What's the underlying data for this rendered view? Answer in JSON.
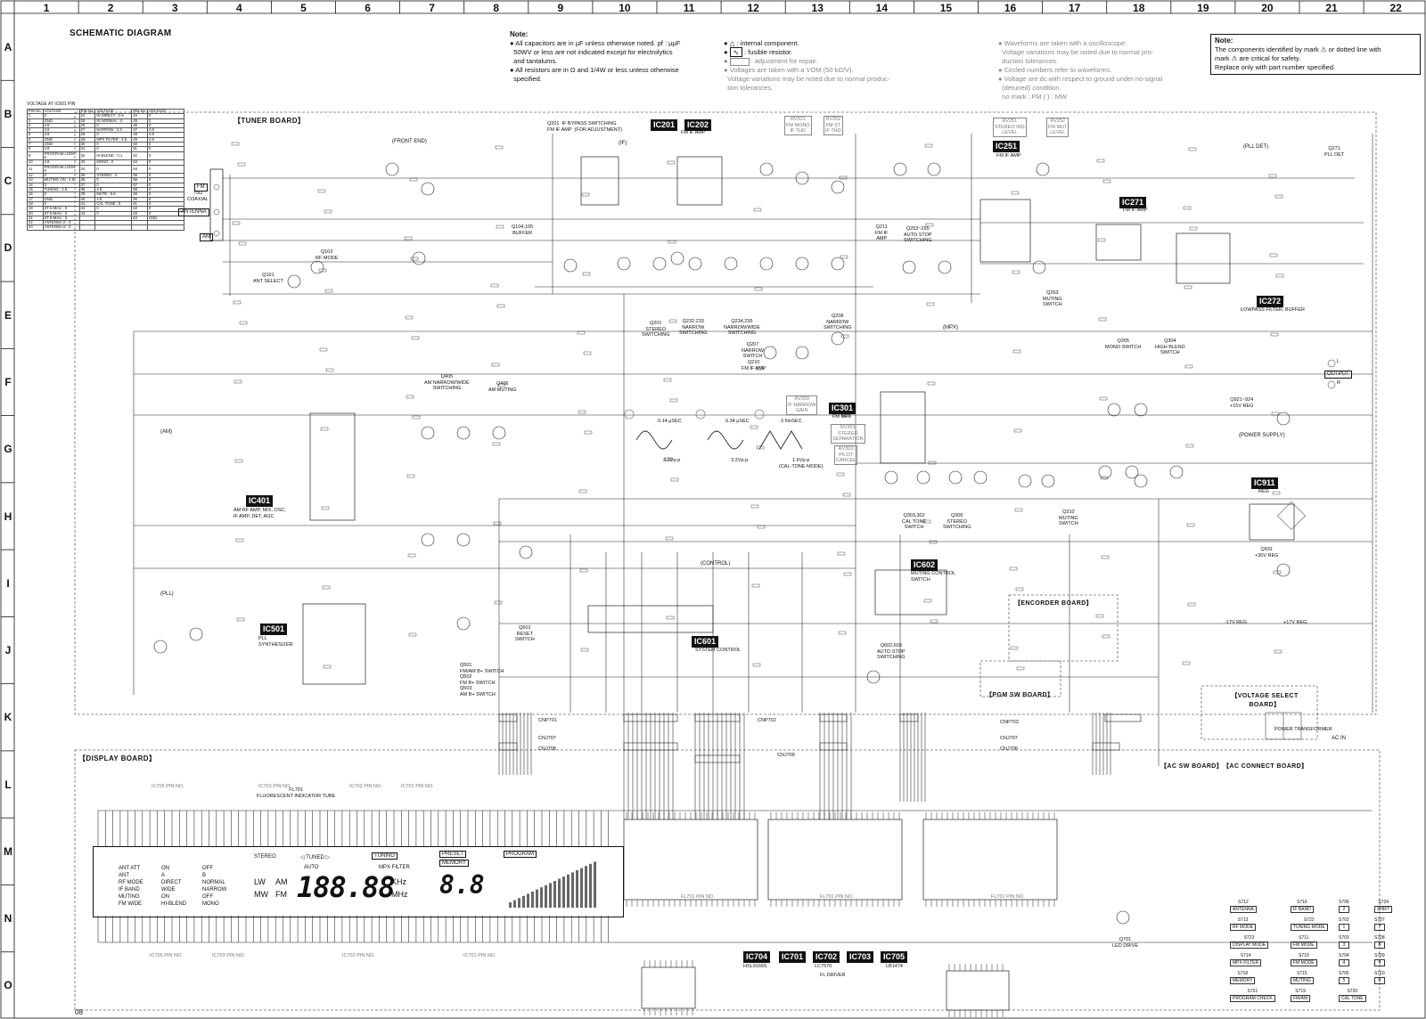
{
  "header": {
    "title": "SCHEMATIC DIAGRAM",
    "columns": [
      "1",
      "2",
      "3",
      "4",
      "5",
      "6",
      "7",
      "8",
      "9",
      "10",
      "11",
      "12",
      "13",
      "14",
      "15",
      "16",
      "17",
      "18",
      "19",
      "20",
      "21",
      "22"
    ],
    "rows": [
      "A",
      "B",
      "C",
      "D",
      "E",
      "F",
      "G",
      "H",
      "I",
      "J",
      "K",
      "L",
      "M",
      "N",
      "O"
    ]
  },
  "notes": {
    "left_head": "Note:",
    "left_1": "All capacitors are in µF unless otherwise noted. pf : µµF",
    "left_1b": "50WV or less are not indicated except for electrolytics",
    "left_1c": "and tantalums.",
    "left_2": "All resistors are in Ω and 1/4W or less unless otherwise",
    "left_2b": "specified.",
    "mid_1": ": internal component.",
    "mid_2": ": fusible resistor.",
    "mid_3": ": adjustment for repair.",
    "mid_4": "Voltages are taken with a VOM (50 kΩ/V).",
    "mid_4b": "Voltage variations may be noted due to normal produc-",
    "mid_4c": "tion tolerances.",
    "wave_1": "Waveforms are taken with a oscilloscope.",
    "wave_1b": "Voltage variations may be noted due to normal pro-",
    "wave_1c": "duction tolerances.",
    "wave_2": "Circled numbers refer to waveforms.",
    "wave_3": "Voltage are dc with respect to ground under no-signal",
    "wave_3b": "(detuned) condition.",
    "wave_3c": "no mark   : FM      (        )       : MW",
    "right_head": "Note:",
    "right_1": "The components identified by mark ⚠ or dotted line with",
    "right_2": "mark ⚠ are critical for safety.",
    "right_3": "Replace only with part number specified."
  },
  "voltage_table": {
    "caption": "VOLTAGE AT IC601 PIN",
    "header": [
      "PIN No.",
      "VOLTAGE",
      "PIN No.",
      "VOLTAGE",
      "PIN No.",
      "VOLTAGE"
    ],
    "rows": [
      [
        "1",
        "0",
        "24",
        "IN DIRECT : 2.9",
        "44",
        "0"
      ],
      [
        "2",
        "GND",
        "25",
        "IN NORMAL : 0",
        "45",
        "0"
      ],
      [
        "3",
        "4.8",
        "26",
        "0",
        "46",
        "0"
      ],
      [
        "4",
        "4.8",
        "27",
        "NARROW : 2.3",
        "47",
        "4.8"
      ],
      [
        "5",
        "4.8",
        "28",
        "0",
        "48",
        "4.8"
      ],
      [
        "6",
        "GND",
        "29",
        "MPX FILTER : 4.6",
        "49",
        "4.8"
      ],
      [
        "7",
        "GND",
        "30",
        "0",
        "50",
        "0"
      ],
      [
        "8",
        "4.8",
        "31",
        "0",
        "51",
        "0"
      ],
      [
        "9",
        "PROGRAM LOOK : 0",
        "32",
        "HI-BLEND : 0.1",
        "52",
        "0"
      ],
      [
        "10",
        "4.8",
        "33",
        "MONO : 0",
        "53",
        "0"
      ],
      [
        "11",
        "PROGRAM LOOK : 0",
        "34",
        "0",
        "54",
        "0"
      ],
      [
        "12",
        "0",
        "35",
        "STEREO : 0",
        "55",
        "0"
      ],
      [
        "13",
        "MUTING ON : 4.8",
        "36",
        "0",
        "56",
        "0"
      ],
      [
        "14",
        "0",
        "37",
        "0",
        "57",
        "0"
      ],
      [
        "15",
        "TUNING : 4.8",
        "38",
        "4.8",
        "58",
        "0"
      ],
      [
        "16",
        "0",
        "39",
        "MUTE : 6.8",
        "59",
        "0"
      ],
      [
        "17",
        "GND",
        "40",
        "4.8",
        "60",
        "0"
      ],
      [
        "18",
        "0",
        "41",
        "CAL-TONE : 0",
        "61",
        "0"
      ],
      [
        "19",
        "ST.S-MAU : 0",
        "42",
        "0",
        "62",
        "0"
      ],
      [
        "20",
        "ST.S-MAU : 0",
        "43",
        "0",
        "63",
        "0"
      ],
      [
        "21",
        "ST.S-MAU : 0",
        "",
        "",
        "64",
        "GND"
      ],
      [
        "22",
        "ANTENNA.S : 0",
        "",
        "",
        "",
        ""
      ],
      [
        "23",
        "ANTENNA.S : 0",
        "",
        "",
        "",
        ""
      ]
    ]
  },
  "boards": {
    "tuner": "【TUNER BOARD】",
    "display": "【DISPLAY BOARD】",
    "encoder": "【ENCORDER BOARD】",
    "pgm": "【PGM SW BOARD】",
    "voltage_select": "【VOLTAGE SELECT BOARD】",
    "ac_sw": "【AC SW BOARD】",
    "ac_connect": "【AC CONNECT BOARD】",
    "front_end": "(FRONT END)",
    "if": "(IF)",
    "pll": "(PLL)",
    "pll_det": "(PLL DET)",
    "am": "(AM)",
    "control": "(CONTROL)",
    "mpx": "(MPX)"
  },
  "ics": [
    {
      "id": "IC201",
      "text": "IC201"
    },
    {
      "id": "IC202",
      "text": "IC202"
    },
    {
      "id": "IC251",
      "text": "IC251"
    },
    {
      "id": "IC271",
      "text": "IC271"
    },
    {
      "id": "IC272",
      "text": "IC272"
    },
    {
      "id": "IC301",
      "text": "IC301"
    },
    {
      "id": "IC401",
      "text": "IC401"
    },
    {
      "id": "IC501",
      "text": "IC501"
    },
    {
      "id": "IC601",
      "text": "IC601"
    },
    {
      "id": "IC602",
      "text": "IC602"
    },
    {
      "id": "IC911",
      "text": "IC911"
    },
    {
      "id": "IC704",
      "text": "IC704"
    },
    {
      "id": "IC701",
      "text": "IC701"
    },
    {
      "id": "IC702",
      "text": "IC702"
    },
    {
      "id": "IC703",
      "text": "IC703"
    },
    {
      "id": "IC705",
      "text": "IC705"
    }
  ],
  "labels": {
    "ic201_desc": "FM IF AMP",
    "ic251_desc": "FM IF AMP",
    "ic271_desc": "FM IF AMP",
    "ic272_desc": "LOWPASS FILTER, BUFFER",
    "ic301_desc": "FM MPX",
    "ic401_desc": "AM RF AMP, MIX, OSC,\nIF AMP, DET, AGC",
    "ic501_desc": "PLL\nSYNTHESIZER",
    "ic601_desc": "SYSTEM CONTROL",
    "ic602_desc": "MUTING CONTROL\nSWITCH",
    "ic911_desc": "REG",
    "fl_driver": "FL DRIVER",
    "ic704_part": "HSL9166S",
    "ic70x_part": "LC7570",
    "ic705_part": "LB1474",
    "antenna": "ANTENNA",
    "ant_fm": "FM",
    "ant_am": "AM",
    "ant_coax": "75Ω\nCOAXIAL",
    "output": "OUTPUT",
    "output_l": "L",
    "output_r": "R",
    "ac_in": "AC IN",
    "power_transformer": "POWER TRANSFORMER",
    "power_supply": "(POWER SUPPLY)",
    "fl701": "FL701\nFLUORESCENT INDICATOR TUBE",
    "q701": "Q701\nLED DRIVE",
    "wave_1": "0.14 µSEC",
    "wave_1v": "3.0Vp-p",
    "wave_2": "0.34 µSEC",
    "wave_2v": "3.2Vp-p",
    "wave_3": "2.5mSEC",
    "wave_3v": "1.6Vp-p\n(CAL-TONE MODE)",
    "q201": "Q201  IF BYPASS SWITCHING\nFM IF AMP  (FOR ADJUSTMENT)",
    "q101": "Q101\nANT SELECT",
    "q102": "Q102\nRF MODE",
    "q104": "Q104,105\nBUFFER",
    "q405": "Q405\nAM NARROW/WIDE\nSWITCHING",
    "q406": "Q406\nAM MUTING",
    "q601": "Q601\nRESET\nSWITCH",
    "q501": "Q501\nFM/AM B+ SWITCH",
    "q502": "Q502\nFM B+ SWITCH",
    "q503": "Q503\nAM B+ SWITCH",
    "q201b": "Q201\nSTEREO\nSWITCHING",
    "q232": "Q232,233\nNARROW\nSWITCHING",
    "q234": "Q234,235\nNARROW/WIDE\nSWITCHING",
    "q208": "Q208\nNARROW\nSWITCHING",
    "q207": "Q207\nNARROW\nSWITCH",
    "q210": "Q210\nFM IF AMP",
    "q211": "Q211\nFM IF\nAMP",
    "q253": "Q253~255\nAUTO STOP\nSWITCHING",
    "q263": "Q263\nMUTING\nSWITCH",
    "q305": "Q305\nMONO SWITCH",
    "q304": "Q304\nHIGH BLEND\nSWITCH",
    "q921": "Q921~924\n+15V REG",
    "q931": "Q931\n+30V REG",
    "q271": "Q271\nPLL DET",
    "q602": "Q602,603\nAUTO STOP\nSWITCHING",
    "q303": "Q303,302\nCAL TONE\nSWITCH",
    "q306": "Q306\nSTEREO\nSWITCHING",
    "q310": "Q310\nMUTING\nSWITCH",
    "rv200": "RV200\nIF NARROW\nGAIN",
    "rv301": "RV301\nSTEREO\nSEPARATION",
    "rv302": "RV302\nPILOT\nCANCEL",
    "rv251": "RV251\nSTEREO IND\nLEVEL",
    "rv252": "RV252\nFM MUT\nLEVEL",
    "rv201": "RV201\nFM MONO\nIF THD",
    "rv202": "RV202\nFM ST\nIF THD",
    "cnp701": "CNP701",
    "cnj707": "CNJ707",
    "cnj708": "CNJ708",
    "cnp702": "CNP702",
    "cnj709": "CNJ709",
    "cnp703": "CNP703",
    "ic705_pin": "IC705 PIN NO.",
    "ic703_pin": "IC703 PIN NO.",
    "ic702_pin": "IC702 PIN NO.",
    "ic701_pin": "IC701 PIN NO.",
    "fl701_pin": "FL701 PIN NO.",
    "q1v": "-17V REG",
    "p17v": "+17V REG"
  },
  "display": {
    "col1": [
      "ANT ATT",
      "ANT",
      "RF MODE",
      "IF BAND",
      "MUTING",
      "FM WIDE"
    ],
    "col2": [
      "ON",
      "A",
      "DIRECT",
      "WIDE",
      "ON",
      "HI-BLEND"
    ],
    "col3": [
      "OFF",
      "B",
      "NORMAL",
      "NARROW",
      "OFF",
      "MONO"
    ],
    "stereo": "STEREO",
    "tuned": "◁ TUNED ▷",
    "tuning": "TUNING",
    "auto": "AUTO",
    "mpx_filter": "MPX  FILTER",
    "lw": "LW",
    "am": "AM",
    "mw": "MW",
    "fm": "FM",
    "digits": "188.88",
    "khz": "KHz",
    "mhz": "MHz",
    "preset": "PRESET",
    "memory": "MEMORY",
    "preset_digits": "8.8",
    "program": "PROGRAM"
  },
  "switches": [
    {
      "id": "S712",
      "label": "ANTENNA"
    },
    {
      "id": "S716",
      "label": "IF BAND"
    },
    {
      "id": "S706",
      "label": "2"
    },
    {
      "id": "S724",
      "label": "SHIFT"
    },
    {
      "id": "S713",
      "label": "RF MODE"
    },
    {
      "id": "S722",
      "label": "TUNING MODE"
    },
    {
      "id": "S702",
      "label": "1"
    },
    {
      "id": "S707",
      "label": "7"
    },
    {
      "id": "S723",
      "label": "DISPLAY MODE"
    },
    {
      "id": "S711",
      "label": "FM MODE"
    },
    {
      "id": "S703",
      "label": "3"
    },
    {
      "id": "S708",
      "label": "8"
    },
    {
      "id": "S714",
      "label": "MPX FILTER"
    },
    {
      "id": "S719",
      "label": "FM MODE"
    },
    {
      "id": "S704",
      "label": "4"
    },
    {
      "id": "S709",
      "label": "9"
    },
    {
      "id": "S718",
      "label": "MEMORY"
    },
    {
      "id": "S715",
      "label": "MUTING"
    },
    {
      "id": "S705",
      "label": "5"
    },
    {
      "id": "S710",
      "label": "0"
    },
    {
      "id": "S721",
      "label": "PROGRAM CHECK"
    },
    {
      "id": "S719b",
      "label": "FM/AM"
    },
    {
      "id": "S720",
      "label": "CAL TONE"
    }
  ],
  "footer": "08"
}
